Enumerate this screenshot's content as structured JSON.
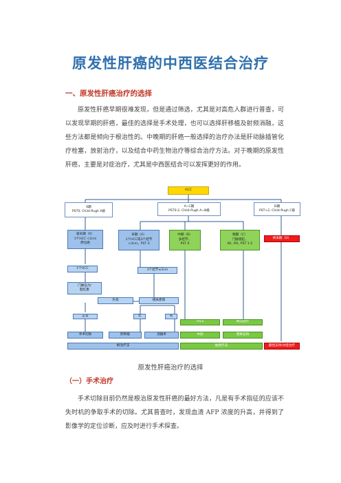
{
  "title": "原发性肝癌的中西医结合治疗",
  "section1": {
    "heading": "一、原发性肝癌治疗的选择",
    "paragraph1": "原发性肝癌早期很难发现，但是通过筛选，尤其是对高危人群进行普查，可以发现早期的肝癌，最佳的选择是手术处理，也可以选择肝移植及射频消融，这些方法都是倾向于根治性的。中晚期的肝癌一般选择的治疗办法是肝动脉插管化疗栓塞，放射治疗，以及结合中药生物治疗等综合治疗方法。对于晚期的原发性肝癌，主要是对症治疗，尤其是中西医结合可以发挥更好的作用。"
  },
  "flowchart": {
    "hcc": "HCC",
    "stage_0": "0期\nPST0, Child-Pugh A级",
    "stage_ac": "A~C期\nPST0-2, Child-Pugh A~B级",
    "stage_d": "D期\nPST>2, Child-Pugh C级",
    "very_early": "极早期（0）\n1个HCC <2cm\n原位癌",
    "early": "早期（A）\n1个HCC或3个结节\n<3cm，PST 0",
    "intermediate": "中期（B）\n多结节，\nPST 0",
    "advanced": "晚期（C）\n门脉侵犯，\nN1, M1, PST 1-2",
    "terminal": "终末期（D）",
    "single_hcc": "1个HCC",
    "three_nodules": "3个结节≤3cm",
    "portal_pressure": "门脉压力/\n胆红素",
    "elevated": "升高",
    "related_disease": "相关疾病",
    "normal": "正常",
    "no": "无",
    "yes": "有",
    "resection": "手术切除",
    "transplant": "肝移植",
    "ablation": "消融术",
    "tace": "TACE",
    "targeted": "靶向治疗",
    "tcm": "中药",
    "symptom": "营养支持",
    "curative": "根治疗法",
    "palliative": "姑息疗法",
    "best_support": "最佳支持/对症治疗"
  },
  "caption": "原发性肝癌治疗的选择",
  "section2": {
    "heading": "（一）手术治疗",
    "paragraph1": "手术切除目前仍然是根治原发性肝癌的最好方法，凡是有手术指征的应该不失时机的争取手术的切除。尤其普查时，发现血清 AFP 浓度的升高，并得到了影像学的定位诊断，应及时进行手术探查。"
  }
}
